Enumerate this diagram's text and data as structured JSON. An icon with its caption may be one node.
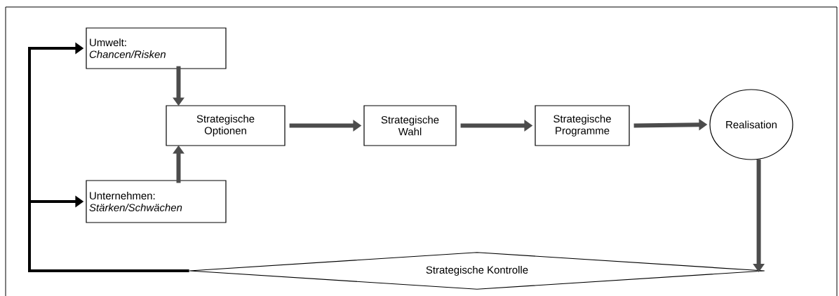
{
  "diagram": {
    "nodes": [
      {
        "text": [
          "Umwelt:",
          "Chancen/Risken"
        ]
      },
      {
        "text": [
          "Strategische Optionen"
        ]
      },
      {
        "text": [
          "Unternehmen:",
          "Stärken/Schwächen"
        ]
      },
      {
        "text": [
          "Strategische Wahl"
        ]
      },
      {
        "text": [
          "Strategische Programme"
        ]
      },
      {
        "text": [
          "Realisation"
        ]
      },
      {
        "text": [
          "Strategische Kontrolle"
        ]
      }
    ],
    "edges": [
      {
        "from": 0,
        "to": 1,
        "arrow": "to"
      },
      {
        "from": 2,
        "to": 1,
        "arrow": "to"
      },
      {
        "from": 1,
        "to": 3,
        "arrow": "to"
      },
      {
        "from": 3,
        "to": 4,
        "arrow": "to"
      },
      {
        "from": 4,
        "to": 5,
        "arrow": "to"
      },
      {
        "from": 5,
        "to": 6,
        "arrow": "to"
      },
      {
        "from": 6,
        "to": 0,
        "arrow": "to"
      },
      {
        "from": 6,
        "to": 2,
        "arrow": "to"
      }
    ]
  }
}
